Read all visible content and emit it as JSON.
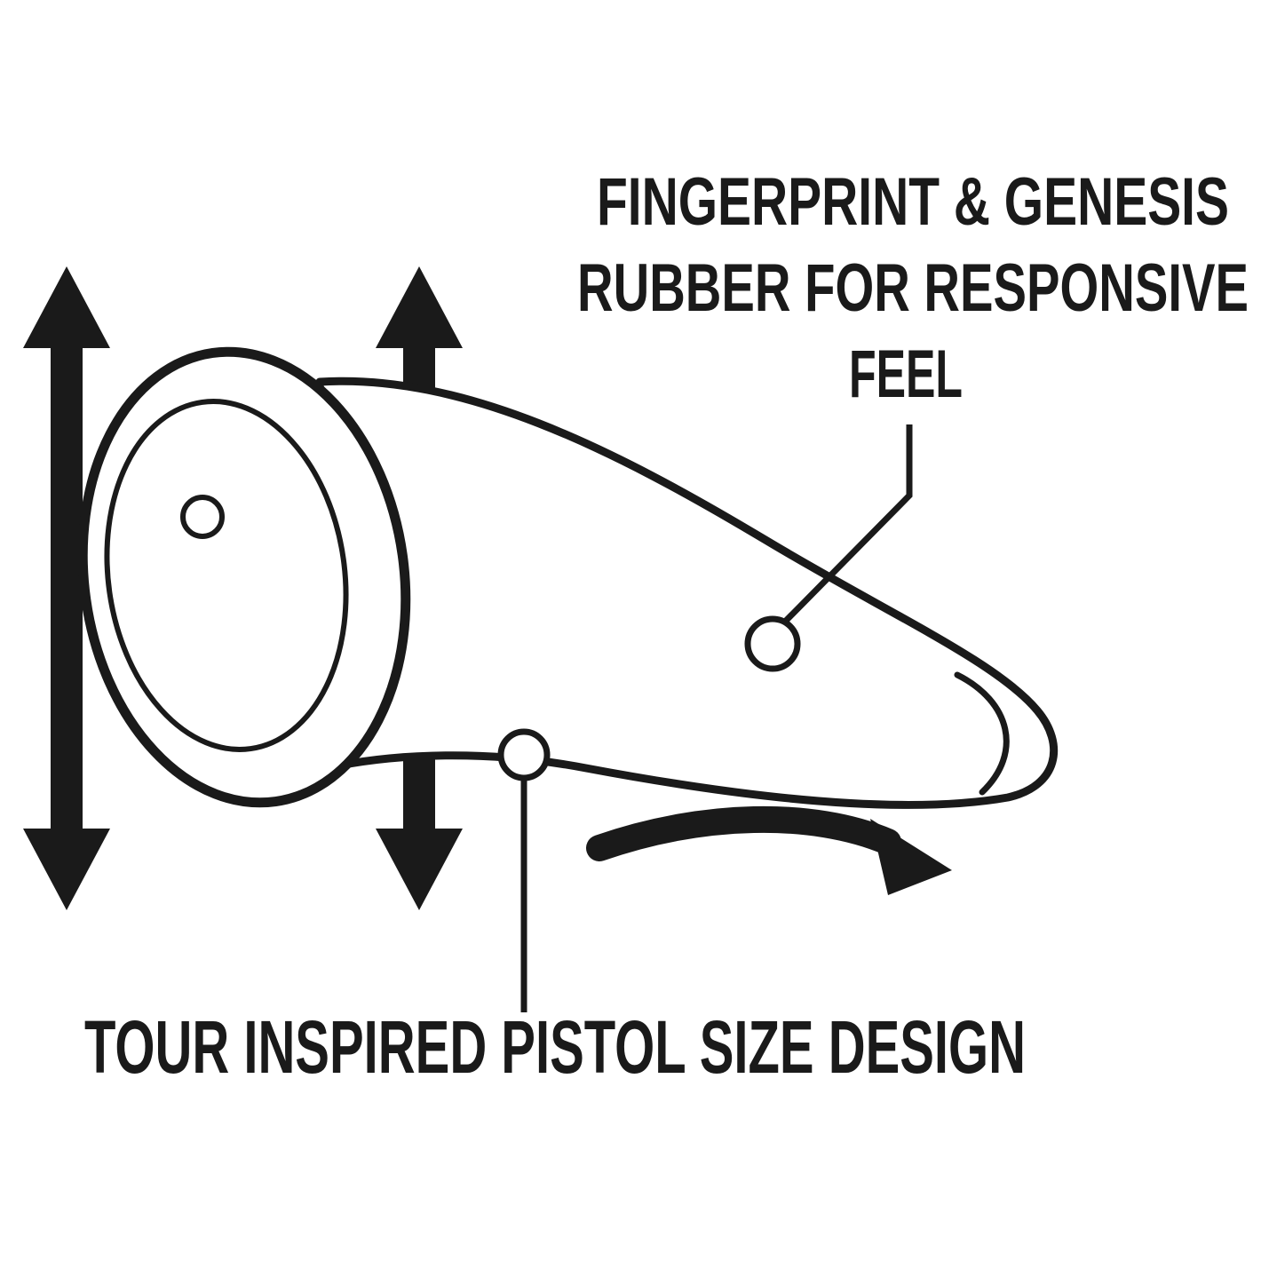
{
  "diagram": {
    "type": "annotated-illustration",
    "subject": "putter-grip-side-profile",
    "annotations": {
      "top": {
        "line1": "FINGERPRINT & GENESIS",
        "line2": "RUBBER FOR RESPONSIVE",
        "line3": "FEEL"
      },
      "bottom": {
        "label": "TOUR INSPIRED PISTOL SIZE DESIGN"
      }
    },
    "icons": [
      "up-down-arrow-icon-left",
      "up-down-arrow-icon-right",
      "curved-right-arrow-icon",
      "callout-point-top",
      "callout-point-bottom"
    ],
    "colors": {
      "ink": "#1a1a1a",
      "background": "#ffffff"
    }
  }
}
